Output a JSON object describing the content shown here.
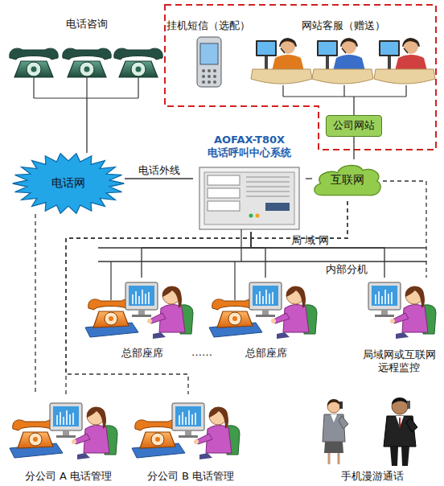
{
  "diagram": {
    "nodes": [
      {
        "text": [
          "电话咨询"
        ]
      },
      {
        "text": [
          "挂机短信（选配）"
        ]
      },
      {
        "text": [
          "网站客服（赠送）"
        ]
      },
      {
        "text": [
          "公司网站"
        ]
      },
      {
        "text": [
          "AOFAX-T80X",
          "电话呼叫中心系统"
        ]
      },
      {
        "text": [
          "电话网"
        ]
      },
      {
        "text": [
          "互联网"
        ]
      },
      {
        "text": [
          "总部座席"
        ]
      },
      {
        "text": [
          "总部座席"
        ]
      },
      {
        "text": [
          "局域网或互联网远程监控"
        ]
      },
      {
        "text": [
          "分公司 A 电话管理"
        ]
      },
      {
        "text": [
          "分公司 B 电话管理"
        ]
      },
      {
        "text": [
          "手机漫游通话"
        ]
      }
    ],
    "edges": [
      {
        "from": 0,
        "to": 5,
        "arrow": "none"
      },
      {
        "from": 5,
        "to": 4,
        "label": "电话外线",
        "arrow": "none"
      },
      {
        "from": 4,
        "to": 6,
        "arrow": "none"
      },
      {
        "from": 6,
        "to": 3,
        "arrow": "none"
      },
      {
        "from": 3,
        "to": 2,
        "arrow": "none"
      },
      {
        "from": 4,
        "to": 7,
        "arrow": "none"
      },
      {
        "from": 4,
        "to": 8,
        "arrow": "none"
      },
      {
        "from": 4,
        "to": 9,
        "arrow": "none"
      },
      {
        "from": 5,
        "to": 10,
        "arrow": "none"
      },
      {
        "from": 6,
        "to": 10,
        "arrow": "none"
      },
      {
        "from": 6,
        "to": 11,
        "arrow": "none"
      },
      {
        "from": 6,
        "to": 9,
        "arrow": "none"
      }
    ],
    "labels": [
      "局 域 网",
      "内部分机",
      "……"
    ]
  }
}
